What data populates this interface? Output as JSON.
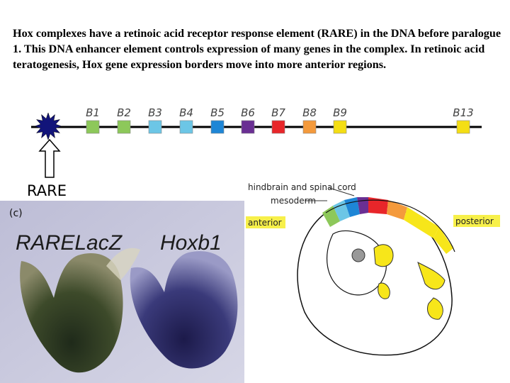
{
  "caption": "Hox complexes have a retinoic acid receptor response element (RARE) in the DNA before paralogue 1.  This DNA enhancer element controls expression of many genes in the complex.  In retinoic acid teratogenesis, Hox gene expression borders move into more anterior regions.",
  "rare_label": "RARE",
  "genes": [
    {
      "label": "B1",
      "color": "#8dc85a"
    },
    {
      "label": "B2",
      "color": "#8dc85a"
    },
    {
      "label": "B3",
      "color": "#6cc6e6"
    },
    {
      "label": "B4",
      "color": "#6cc6e6"
    },
    {
      "label": "B5",
      "color": "#1e86d6"
    },
    {
      "label": "B6",
      "color": "#6a2f93"
    },
    {
      "label": "B7",
      "color": "#e8262a"
    },
    {
      "label": "B8",
      "color": "#f49a3c"
    },
    {
      "label": "B9",
      "color": "#f4de14"
    },
    {
      "label": "B13",
      "color": "#f4de14"
    }
  ],
  "rare_color": "#12147a",
  "photo": {
    "panel_label": "(c)",
    "left_label": "RARELacZ",
    "right_label": "Hoxb1"
  },
  "embryo": {
    "hindbrain_label": "hindbrain and spinal cord",
    "mesoderm_label": "mesoderm",
    "anterior_label": "anterior",
    "posterior_label": "posterior",
    "highlight_color": "#f7f04a"
  }
}
